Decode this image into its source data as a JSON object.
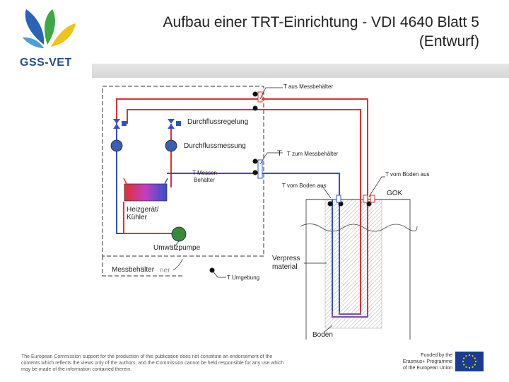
{
  "header": {
    "title_line1": "Aufbau einer TRT-Einrichtung - VDI 4640 Blatt 5",
    "title_line2": "(Entwurf)",
    "logo_text": "GSS-VET"
  },
  "labels": {
    "t_aus_messbehaelter": "T aus Messbehälter",
    "durchflussregelung": "Durchflussregelung",
    "durchflussmessung": "Durchflussmessung",
    "t_zum_messbehaelter_symbol": "T",
    "t_zum_messbehaelter": "T zum Messbehälter",
    "t_messen": "T Messen",
    "behaelter": "Behälter",
    "t_vom_boden_aus_right": "T vom Boden aus",
    "t_vom_boden_aus_mid": "T vom Boden aus",
    "gok": "GOK",
    "heizgeraet": "Heizgerät/",
    "kuehler": "Kühler",
    "umwaelzpumpe": "Umwälzpumpe",
    "verpress": "Verpress",
    "material": "material",
    "messbehaelter": "Messbehälter",
    "ner": "ner",
    "t_umgebung": "T Umgebung",
    "boden": "Boden"
  },
  "footer": {
    "disclaimer_line1": "The European Commission support for the production of this publication does not constitute an endorsement of the",
    "disclaimer_line2": "contents which reflects the views only of the authors, and the Commission cannot be held responsible for any use which",
    "disclaimer_line3": "may be made of the information contained therein.",
    "erasmus_line1": "Funded by the",
    "erasmus_line2": "Erasmus+ Programme",
    "erasmus_line3": "of the European Union"
  },
  "colors": {
    "hot_line": "#e03030",
    "cold_line": "#3050d0",
    "pump": "#3a8a3a",
    "eu_blue": "#173c91",
    "eu_star": "#ffd700"
  }
}
